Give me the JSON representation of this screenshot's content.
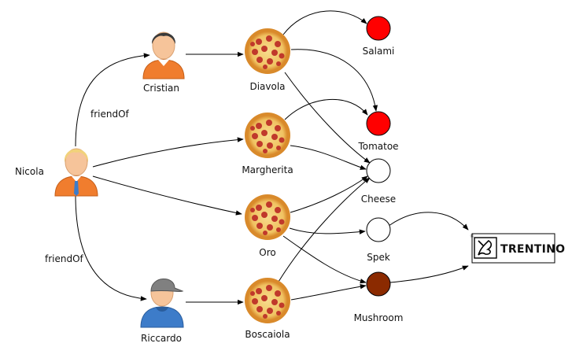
{
  "colors": {
    "background": "#ffffff",
    "edge": "#000000",
    "red_ingredient": "#ff0000",
    "white_ingredient": "#ffffff",
    "mushroom": "#8b2a00",
    "pizza_crust": "#e8a34a",
    "pizza_cheese": "#f4d27a",
    "pepperoni": "#c0392b",
    "person_orange": "#f07d2e",
    "person_blue": "#3d7cc9"
  },
  "people": {
    "nicola": {
      "label": "Nicola",
      "shirt": "orange",
      "hair": "blond"
    },
    "cristian": {
      "label": "Cristian",
      "shirt": "orange",
      "hair": "dark"
    },
    "riccardo": {
      "label": "Riccardo",
      "shirt": "blue",
      "hair": "cap"
    }
  },
  "edge_labels": {
    "friend_of_top": "friendOf",
    "friend_of_bottom": "friendOf"
  },
  "pizzas": {
    "diavola": "Diavola",
    "margherita": "Margherita",
    "oro": "Oro",
    "boscaiola": "Boscaiola"
  },
  "ingredients": {
    "salami": "Salami",
    "tomatoe": "Tomatoe",
    "cheese": "Cheese",
    "spek": "Spek",
    "mushroom": "Mushroom"
  },
  "logo": {
    "text": "TRENTINO",
    "icon": "trentino-butterfly-icon"
  }
}
